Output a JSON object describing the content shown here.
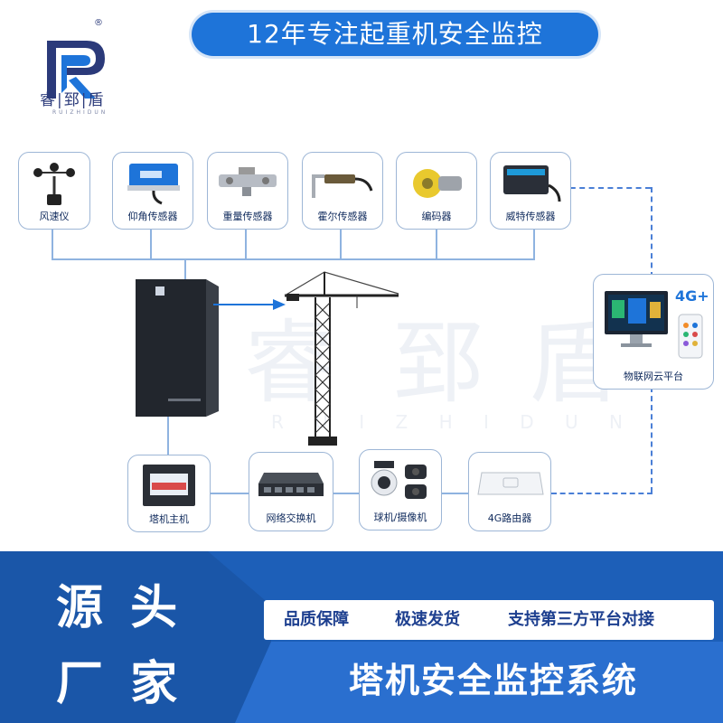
{
  "header": {
    "brand_name": "睿|郅|盾",
    "brand_sub": "RUIZHIDUN",
    "reg_mark": "®",
    "title": "12年专注起重机安全监控"
  },
  "watermark": {
    "chars": [
      "睿",
      "郅",
      "盾"
    ],
    "latin": "R U I Z H I D U N"
  },
  "sensors": [
    {
      "label": "风速仪",
      "icon": "anemometer-icon"
    },
    {
      "label": "仰角传感器",
      "icon": "tilt-sensor-icon"
    },
    {
      "label": "重量传感器",
      "icon": "load-cell-icon"
    },
    {
      "label": "霍尔传感器",
      "icon": "hall-sensor-icon"
    },
    {
      "label": "编码器",
      "icon": "encoder-icon"
    },
    {
      "label": "威特传感器",
      "icon": "wit-sensor-icon"
    }
  ],
  "cloud": {
    "label": "物联网云平台",
    "badge": "4G+"
  },
  "cabinet": {
    "caption": "塔机安全监控系统"
  },
  "bottom_devices": [
    {
      "label": "塔机主机",
      "icon": "tower-host-icon"
    },
    {
      "label": "网络交换机",
      "icon": "network-switch-icon"
    },
    {
      "label": "球机/摄像机",
      "icon": "camera-icon"
    },
    {
      "label": "4G路由器",
      "icon": "router-icon"
    }
  ],
  "footer": {
    "slogan_line1": "源 头",
    "slogan_line2": "厂 家",
    "features": [
      "品质保障",
      "极速发货",
      "支持第三方平台对接"
    ],
    "system_title": "塔机安全监控系统"
  },
  "colors": {
    "accent": "#1e74d9",
    "footer": "#1d5fb8",
    "line": "#8fb3e0",
    "dashed": "#4a7fd6"
  }
}
